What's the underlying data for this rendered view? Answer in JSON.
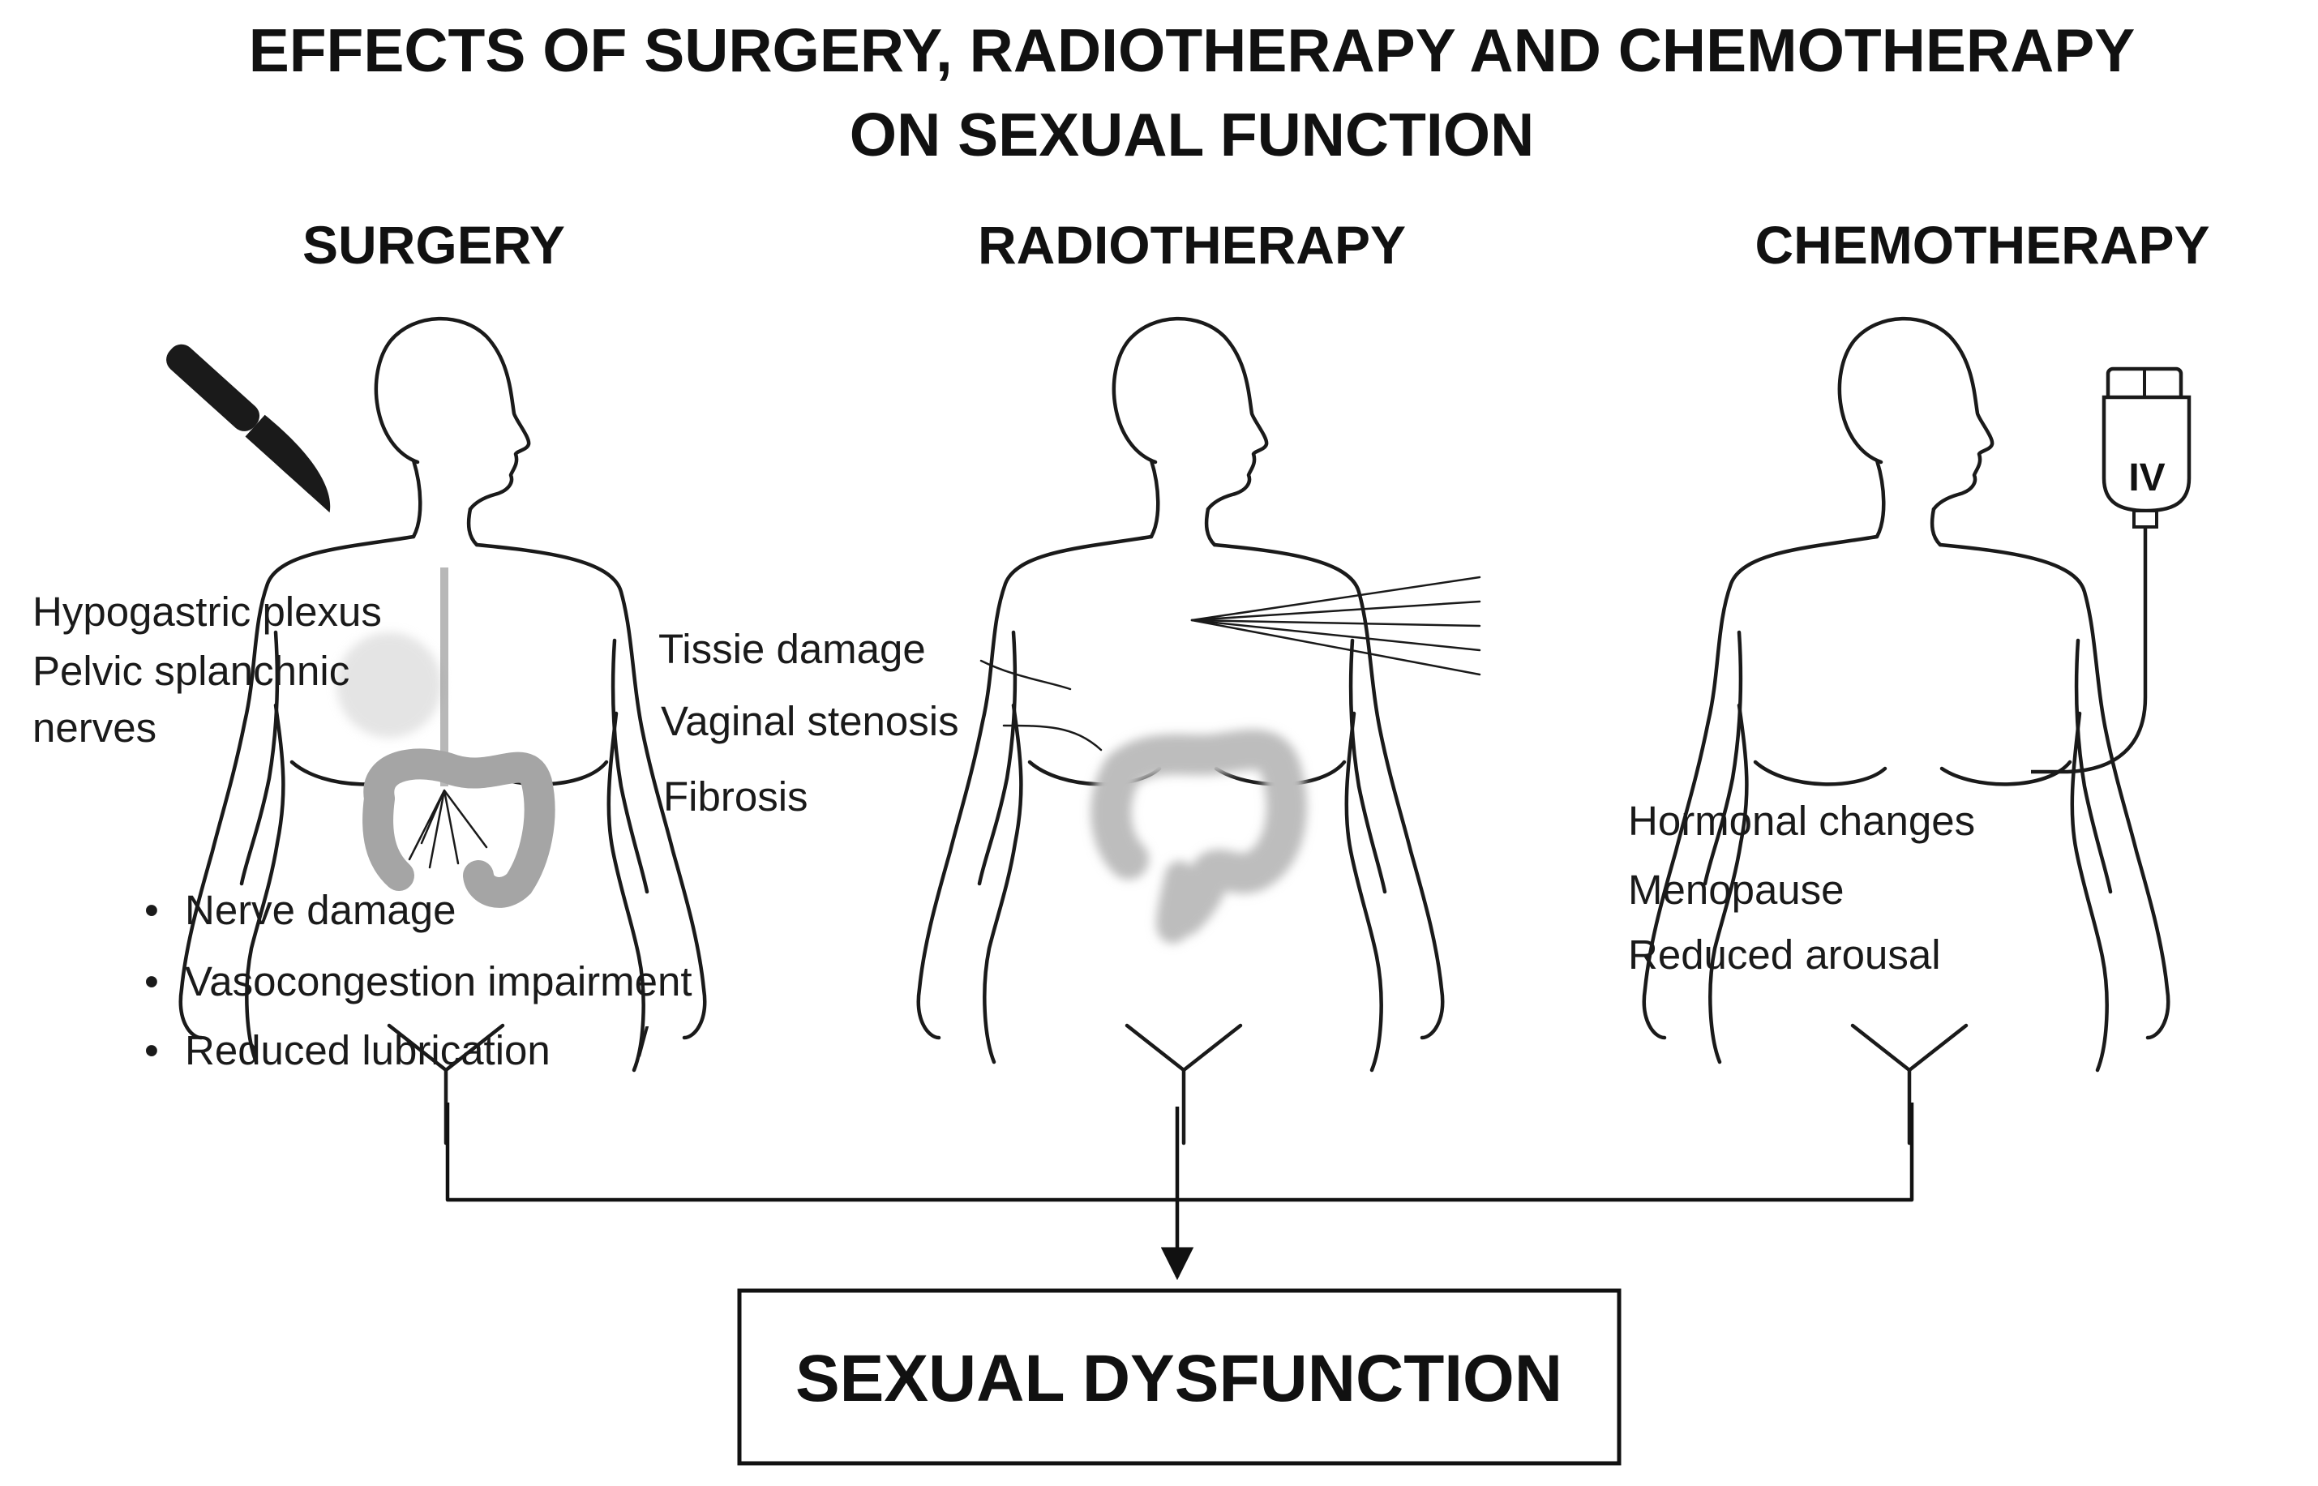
{
  "title": {
    "line1": "EFFECTS OF SURGERY, RADIOTHERAPY AND CHEMOTHERAPY",
    "line2": "ON SEXUAL FUNCTION"
  },
  "columns": {
    "surgery": {
      "heading": "SURGERY",
      "nerve_labels": [
        "Hypogastric plexus",
        "Pelvic splanchnic",
        "nerves"
      ],
      "bullets": [
        "Nerve damage",
        "Vasocongestion impairment",
        "Reduced lubrication"
      ],
      "bullet_symbol": "•",
      "stray_mark": "/",
      "icon": "scalpel-icon"
    },
    "radiotherapy": {
      "heading": "RADIOTHERAPY",
      "labels": [
        "Tissie damage",
        "Vaginal stenosis",
        "Fibrosis"
      ],
      "icon": "radiation-beam-icon"
    },
    "chemotherapy": {
      "heading": "CHEMOTHERAPY",
      "labels": [
        "Hormonal changes",
        "Menopause",
        "Reduced arousal"
      ],
      "iv_label": "IV",
      "icon": "iv-bag-icon"
    }
  },
  "outcome": {
    "label": "SEXUAL DYSFUNCTION"
  },
  "colors": {
    "ink": "#111111",
    "organ_fill": "#dcdcdc",
    "background": "#ffffff"
  }
}
